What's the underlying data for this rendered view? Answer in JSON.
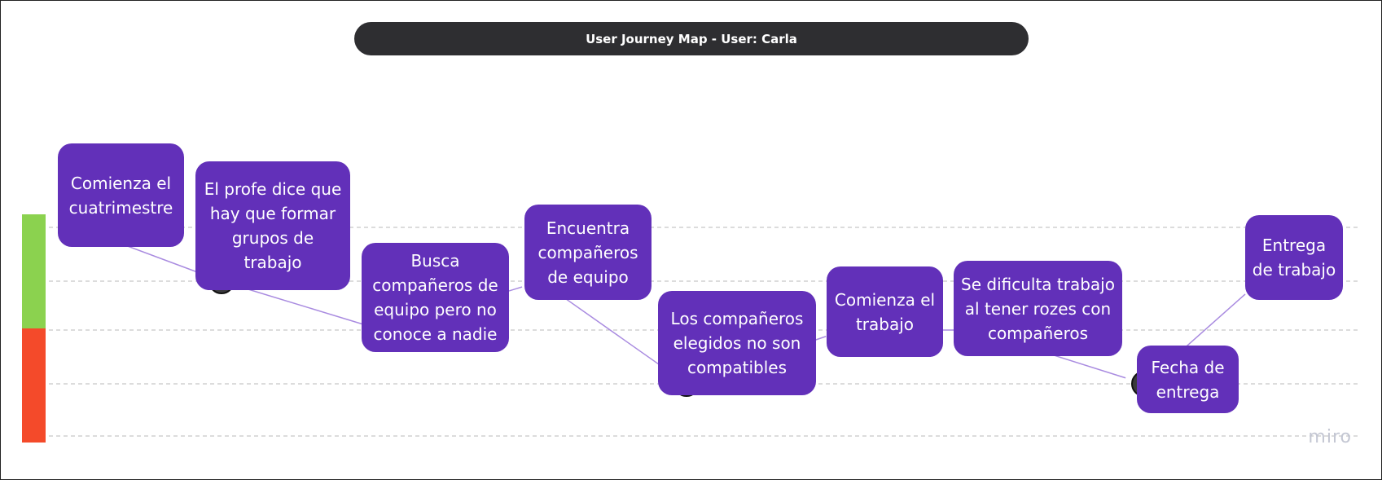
{
  "header": {
    "title": "User Journey Map - User: Carla"
  },
  "colors": {
    "positive_zone": "#8bd24f",
    "negative_zone": "#f44a2a",
    "bubble": "#6230b9",
    "point": "#3a3a3c",
    "line": "#a98be0",
    "title_bar": "#2e2e31"
  },
  "journey": {
    "levels": 5,
    "steps": [
      {
        "text": "Comienza el cuatrimestre",
        "level": 1
      },
      {
        "text": "El profe dice que hay que formar grupos de trabajo",
        "level": 2
      },
      {
        "text": "Busca compañeros de equipo pero no conoce a nadie",
        "level": 3
      },
      {
        "text": "Encuentra compañeros de equipo",
        "level": 2
      },
      {
        "text": "Los compañeros elegidos no son compatibles",
        "level": 4
      },
      {
        "text": "Comienza el trabajo",
        "level": 3
      },
      {
        "text": "Se dificulta trabajo al tener rozes con compañeros",
        "level": 3
      },
      {
        "text": "Fecha de entrega",
        "level": 4
      },
      {
        "text": "Entrega de trabajo",
        "level": 2
      }
    ]
  },
  "brand": {
    "label": "miro"
  }
}
